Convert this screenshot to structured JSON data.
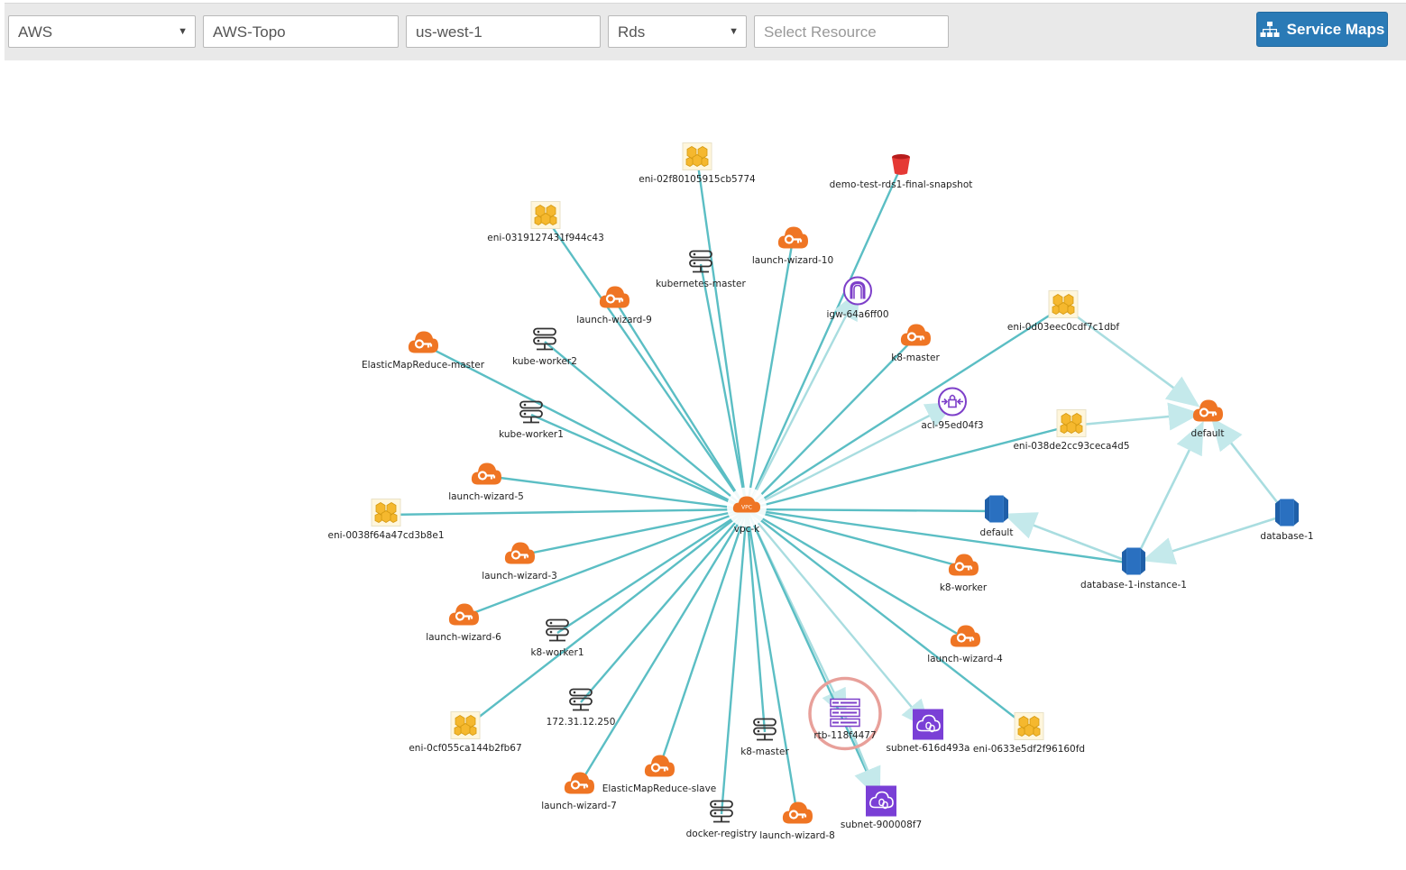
{
  "toolbar": {
    "cloud_select": "AWS",
    "topology_input": "AWS-Topo",
    "region_input": "us-west-1",
    "service_select": "Rds",
    "resource_placeholder": "Select Resource",
    "service_maps_label": "Service Maps"
  },
  "colors": {
    "accent": "#2a7ab6",
    "edge": "#5bbec4",
    "sg_orange": "#ef7524",
    "eni_yellow": "#f5b82e",
    "subnet_purple": "#7a3fd6",
    "rds_blue": "#1f5fa8"
  },
  "graph": {
    "center": {
      "label": "vpc-k",
      "icon": "vpc-icon"
    },
    "nodes": [
      {
        "label": "eni-02f80105915cb5774",
        "icon": "eni-icon"
      },
      {
        "label": "demo-test-rds1-final-snapshot",
        "icon": "bucket-icon"
      },
      {
        "label": "eni-0319127431f944c43",
        "icon": "eni-icon"
      },
      {
        "label": "kubernetes-master",
        "icon": "server-icon"
      },
      {
        "label": "launch-wizard-10",
        "icon": "security-group-icon"
      },
      {
        "label": "launch-wizard-9",
        "icon": "security-group-icon"
      },
      {
        "label": "igw-64a6ff00",
        "icon": "gateway-icon"
      },
      {
        "label": "eni-0d03eec0cdf7c1dbf",
        "icon": "eni-icon"
      },
      {
        "label": "ElasticMapReduce-master",
        "icon": "security-group-icon"
      },
      {
        "label": "kube-worker2",
        "icon": "server-icon"
      },
      {
        "label": "k8-master",
        "icon": "security-group-icon"
      },
      {
        "label": "acl-95ed04f3",
        "icon": "acl-icon"
      },
      {
        "label": "default",
        "icon": "security-group-icon"
      },
      {
        "label": "kube-worker1",
        "icon": "server-icon"
      },
      {
        "label": "eni-038de2cc93ceca4d5",
        "icon": "eni-icon"
      },
      {
        "label": "launch-wizard-5",
        "icon": "security-group-icon"
      },
      {
        "label": "eni-0038f64a47cd3b8e1",
        "icon": "eni-icon"
      },
      {
        "label": "default",
        "icon": "rds-icon"
      },
      {
        "label": "database-1",
        "icon": "rds-icon"
      },
      {
        "label": "launch-wizard-3",
        "icon": "security-group-icon"
      },
      {
        "label": "database-1-instance-1",
        "icon": "rds-icon"
      },
      {
        "label": "k8-worker",
        "icon": "security-group-icon"
      },
      {
        "label": "launch-wizard-6",
        "icon": "security-group-icon"
      },
      {
        "label": "k8-worker1",
        "icon": "server-icon"
      },
      {
        "label": "launch-wizard-4",
        "icon": "security-group-icon"
      },
      {
        "label": "172.31.12.250",
        "icon": "server-icon"
      },
      {
        "label": "rtb-118f4477",
        "icon": "route-table-icon"
      },
      {
        "label": "subnet-616d493a",
        "icon": "subnet-icon"
      },
      {
        "label": "eni-0633e5df2f96160fd",
        "icon": "eni-icon"
      },
      {
        "label": "eni-0cf055ca144b2fb67",
        "icon": "eni-icon"
      },
      {
        "label": "k8-master",
        "icon": "server-icon"
      },
      {
        "label": "ElasticMapReduce-slave",
        "icon": "security-group-icon"
      },
      {
        "label": "launch-wizard-7",
        "icon": "security-group-icon"
      },
      {
        "label": "subnet-900008f7",
        "icon": "subnet-icon"
      },
      {
        "label": "docker-registry",
        "icon": "server-icon"
      },
      {
        "label": "launch-wizard-8",
        "icon": "security-group-icon"
      }
    ],
    "extra_edges": [
      {
        "from": "eni-0d03eec0cdf7c1dbf",
        "to": "default (security group)"
      },
      {
        "from": "eni-038de2cc93ceca4d5",
        "to": "default (security group)"
      },
      {
        "from": "database-1-instance-1",
        "to": "default (security group)"
      },
      {
        "from": "database-1",
        "to": "default (security group)"
      },
      {
        "from": "database-1-instance-1",
        "to": "default (rds)"
      },
      {
        "from": "database-1",
        "to": "database-1-instance-1"
      },
      {
        "from": "rtb-118f4477",
        "to": "subnet-900008f7"
      }
    ]
  }
}
